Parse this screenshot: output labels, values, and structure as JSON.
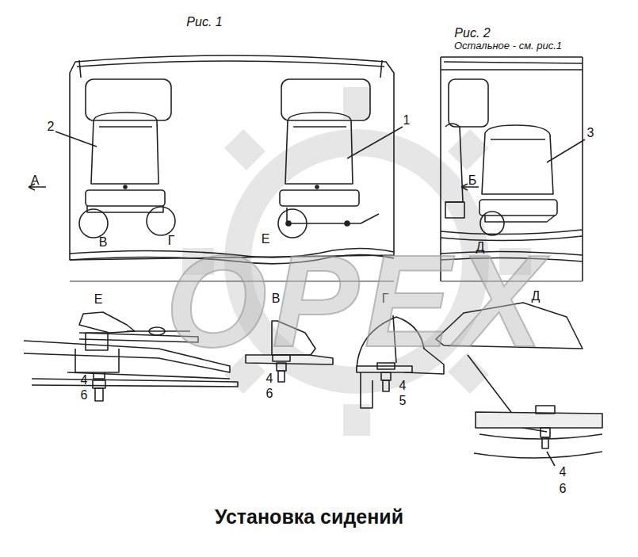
{
  "diagram": {
    "title": "Установка сидений",
    "labels": [
      "Рис. 1",
      "Рис. 2",
      "Остальное - см. рис.1",
      "2",
      "1",
      "3",
      "А",
      "Б",
      "В",
      "Г",
      "Е",
      "Д",
      "Е",
      "В",
      "Г",
      "Д",
      "4",
      "6",
      "4",
      "6",
      "4",
      "5",
      "4",
      "6",
      "ОРЕХ"
    ]
  }
}
